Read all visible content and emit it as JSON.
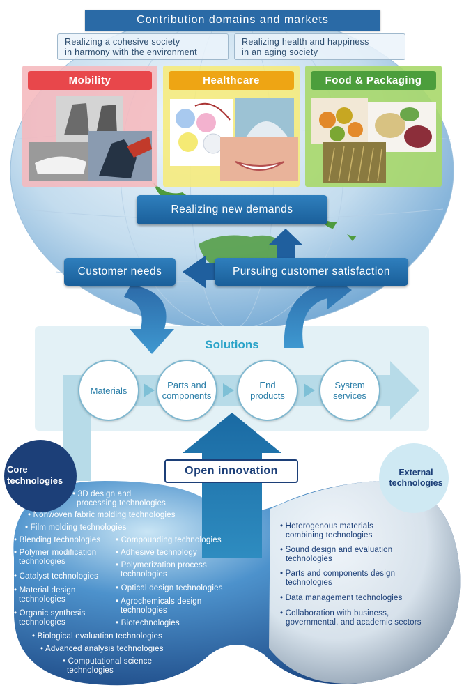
{
  "header": {
    "title": "Contribution domains and markets"
  },
  "aims": [
    {
      "line1": "Realizing a cohesive society",
      "line2": "in harmony with the environment"
    },
    {
      "line1": "Realizing health and happiness",
      "line2": "in an aging society"
    }
  ],
  "markets": [
    {
      "label": "Mobility",
      "color": "#e8474b",
      "bg": "#f5b8bd"
    },
    {
      "label": "Healthcare",
      "color": "#eea514",
      "bg": "#f6ea7a"
    },
    {
      "label": "Food & Packaging",
      "color": "#4c9e3c",
      "bg": "#a9d86a"
    }
  ],
  "flow": {
    "new_demands": "Realizing new demands",
    "customer_needs": "Customer needs",
    "satisfaction": "Pursuing customer satisfaction"
  },
  "solutions": {
    "title": "Solutions",
    "steps": [
      {
        "line1": "Materials",
        "line2": ""
      },
      {
        "line1": "Parts and",
        "line2": "components"
      },
      {
        "line1": "End",
        "line2": "products"
      },
      {
        "line1": "System",
        "line2": "services"
      }
    ]
  },
  "open_innovation": "Open innovation",
  "core": {
    "label_line1": "Core",
    "label_line2": "technologies",
    "items": [
      "• 3D design and",
      "processing technologies",
      "• Nonwoven fabric molding technologies",
      "• Film molding technologies",
      "• Blending technologies",
      "• Compounding technologies",
      "• Polymer modification",
      "technologies",
      "• Adhesive technology",
      "• Catalyst technologies",
      "• Polymerization process",
      "technologies",
      "• Material design",
      "technologies",
      "• Optical design technologies",
      "• Organic synthesis",
      "technologies",
      "• Agrochemicals design",
      "technologies",
      "• Biotechnologies",
      "• Biological evaluation technologies",
      "• Advanced analysis technologies",
      "• Computational science",
      "technologies"
    ]
  },
  "external": {
    "label_line1": "External",
    "label_line2": "technologies",
    "items": [
      "• Heterogenous materials",
      "combining technologies",
      "• Sound design and evaluation",
      "technologies",
      "• Parts and components design",
      "technologies",
      "• Data management technologies",
      "• Collaboration with business,",
      "governmental, and academic sectors"
    ]
  },
  "colors": {
    "dark_blue": "#1c3f78",
    "accent_blue": "#2a6aa6",
    "teal": "#3aa0c8",
    "solutions_bg": "#e3f1f6"
  }
}
